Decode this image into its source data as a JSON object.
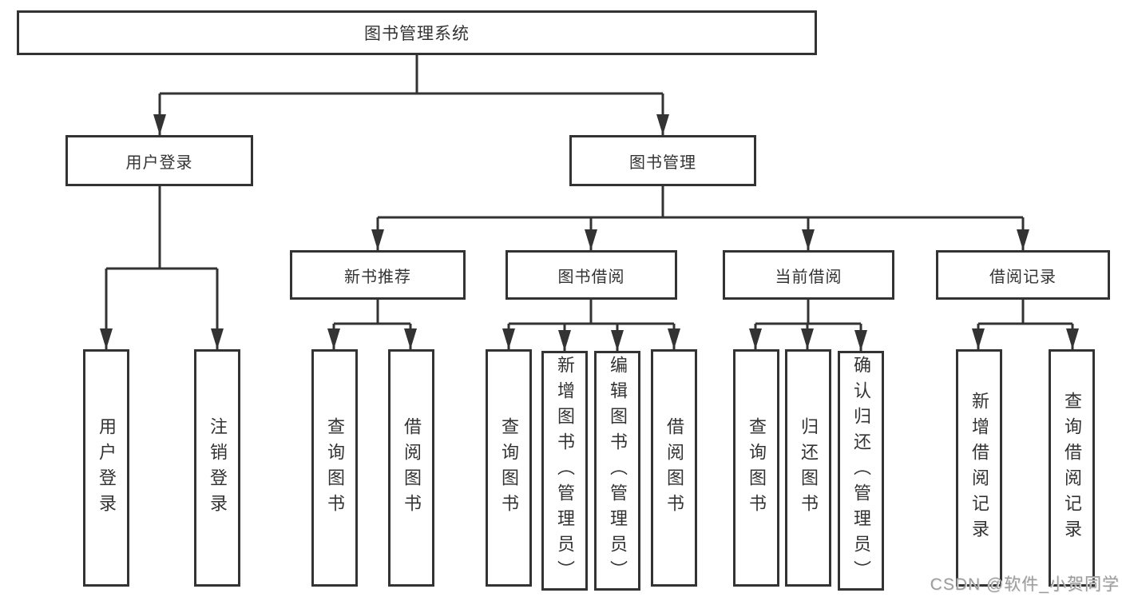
{
  "diagram": {
    "type": "tree",
    "root": {
      "label": "图书管理系统",
      "children": [
        {
          "label": "用户登录",
          "children": [
            {
              "label": "用户登录"
            },
            {
              "label": "注销登录"
            }
          ]
        },
        {
          "label": "图书管理",
          "children": [
            {
              "label": "新书推荐",
              "children": [
                {
                  "label": "查询图书"
                },
                {
                  "label": "借阅图书"
                }
              ]
            },
            {
              "label": "图书借阅",
              "children": [
                {
                  "label": "查询图书"
                },
                {
                  "label": "新增图书（管理员）"
                },
                {
                  "label": "编辑图书（管理员）"
                },
                {
                  "label": "借阅图书"
                }
              ]
            },
            {
              "label": "当前借阅",
              "children": [
                {
                  "label": "查询图书"
                },
                {
                  "label": "归还图书"
                },
                {
                  "label": "确认归还（管理员）"
                }
              ]
            },
            {
              "label": "借阅记录",
              "children": [
                {
                  "label": "新增借阅记录"
                },
                {
                  "label": "查询借阅记录"
                }
              ]
            }
          ]
        }
      ]
    }
  },
  "watermark": {
    "text": "CSDN @软件_小贺同学",
    "color": "#9c9c9c"
  },
  "colors": {
    "line": "#333333",
    "box_border": "#333333",
    "text": "#333333",
    "background": "#ffffff"
  }
}
